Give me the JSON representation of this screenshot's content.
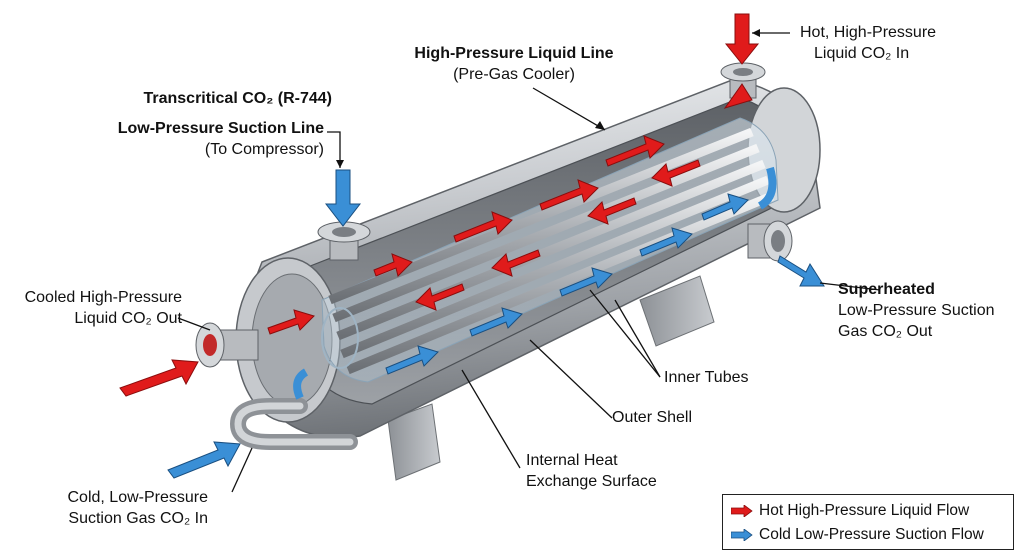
{
  "labels": {
    "title": "Transcritical CO₂ (R-744)",
    "suction_line": "Low-Pressure Suction Line",
    "suction_line_sub": "(To Compressor)",
    "hp_liquid_line": "High-Pressure Liquid Line",
    "hp_liquid_line_sub": "(Pre-Gas Cooler)",
    "hot_in_1": "Hot, High-Pressure",
    "hot_in_2": "Liquid CO₂ In",
    "cooled_out_1": "Cooled High-Pressure",
    "cooled_out_2": "Liquid CO₂ Out",
    "superheated_1": "Superheated",
    "superheated_2": "Low-Pressure Suction",
    "superheated_3": "Gas CO₂ Out",
    "inner_tubes": "Inner Tubes",
    "outer_shell": "Outer Shell",
    "heat_surface_1": "Internal Heat",
    "heat_surface_2": "Exchange Surface",
    "cold_in_1": "Cold, Low-Pressure",
    "cold_in_2": "Suction Gas CO₂ In"
  },
  "legend": {
    "hot": "Hot High-Pressure Liquid Flow",
    "cold": "Cold Low-Pressure Suction Flow"
  },
  "colors": {
    "hot_flow": "#e01b1b",
    "cold_flow": "#3a8fd6",
    "steel": "#b9bcc0"
  }
}
